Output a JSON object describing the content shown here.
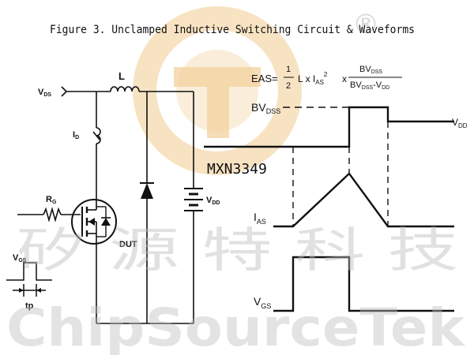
{
  "figure_title": "Figure 3. Unclamped Inductive Switching Circuit & Waveforms",
  "watermark": {
    "chinese": "矽 源 特 科 技",
    "english": "ChipSourceTek",
    "registered": "®"
  },
  "overlay_label": "MXN3349",
  "circuit": {
    "vds": {
      "main": "V",
      "sub": "DS"
    },
    "inductor": "L",
    "current": {
      "main": "I",
      "sub": "D"
    },
    "gate_resistor": {
      "main": "R",
      "sub": "G"
    },
    "dut": "DUT",
    "vdd": {
      "main": "V",
      "sub": "DD"
    },
    "vgs": {
      "main": "V",
      "sub": "GS"
    },
    "pulse_width": "tp"
  },
  "formula": {
    "lhs": "EAS=",
    "frac1_num": "1",
    "frac1_den": "2",
    "mid_main": "L x I",
    "mid_sub": "AS",
    "mid_sup": "2",
    "times": "x",
    "frac2_num_main": "BV",
    "frac2_num_sub": "DSS",
    "frac2_den_main1": "BV",
    "frac2_den_sub1": "DSS",
    "frac2_den_dash": "-V",
    "frac2_den_sub2": "DD"
  },
  "waveforms": {
    "bvdss": {
      "main": "BV",
      "sub": "DSS"
    },
    "vdd": {
      "main": "V",
      "sub": "DD"
    },
    "ias": {
      "main": "I",
      "sub": "AS"
    },
    "vgs": {
      "main": "V",
      "sub": "GS"
    }
  }
}
